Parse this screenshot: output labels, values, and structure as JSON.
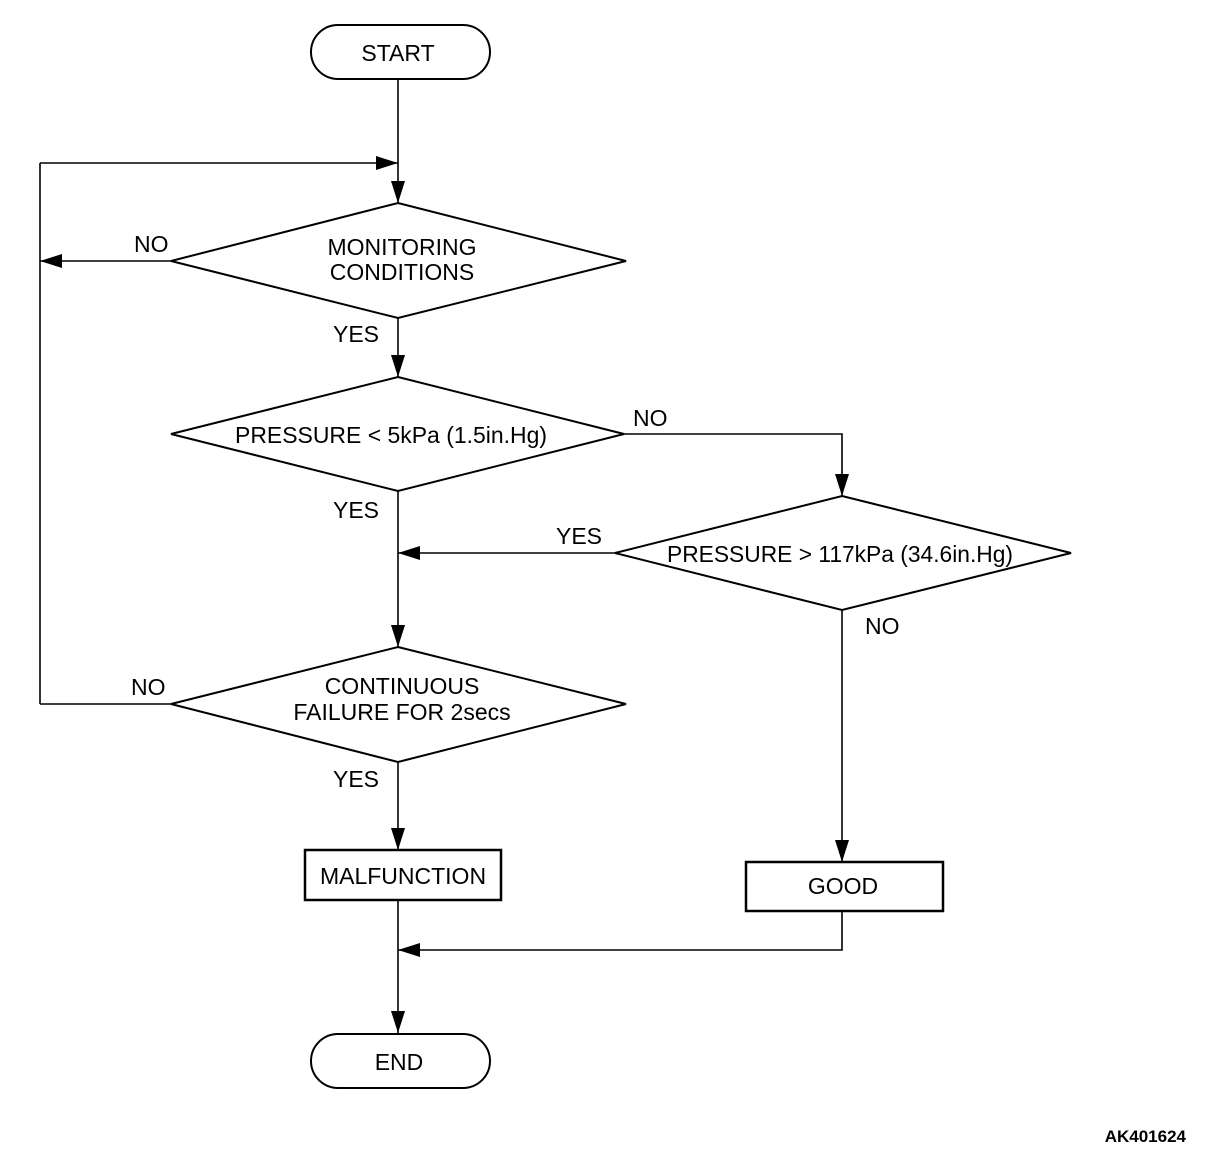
{
  "nodes": {
    "start": "START",
    "monitoring_1": "MONITORING",
    "monitoring_2": "CONDITIONS",
    "pressure_low": "PRESSURE < 5kPa (1.5in.Hg)",
    "pressure_high": "PRESSURE > 117kPa (34.6in.Hg)",
    "continuous_1": "CONTINUOUS",
    "continuous_2": "FAILURE FOR 2secs",
    "malfunction": "MALFUNCTION",
    "good": "GOOD",
    "end": "END"
  },
  "edges": {
    "monitoring_no": "NO",
    "monitoring_yes": "YES",
    "pressure_low_no": "NO",
    "pressure_low_yes": "YES",
    "pressure_high_yes": "YES",
    "pressure_high_no": "NO",
    "continuous_no": "NO",
    "continuous_yes": "YES"
  },
  "figure_code": "AK401624"
}
